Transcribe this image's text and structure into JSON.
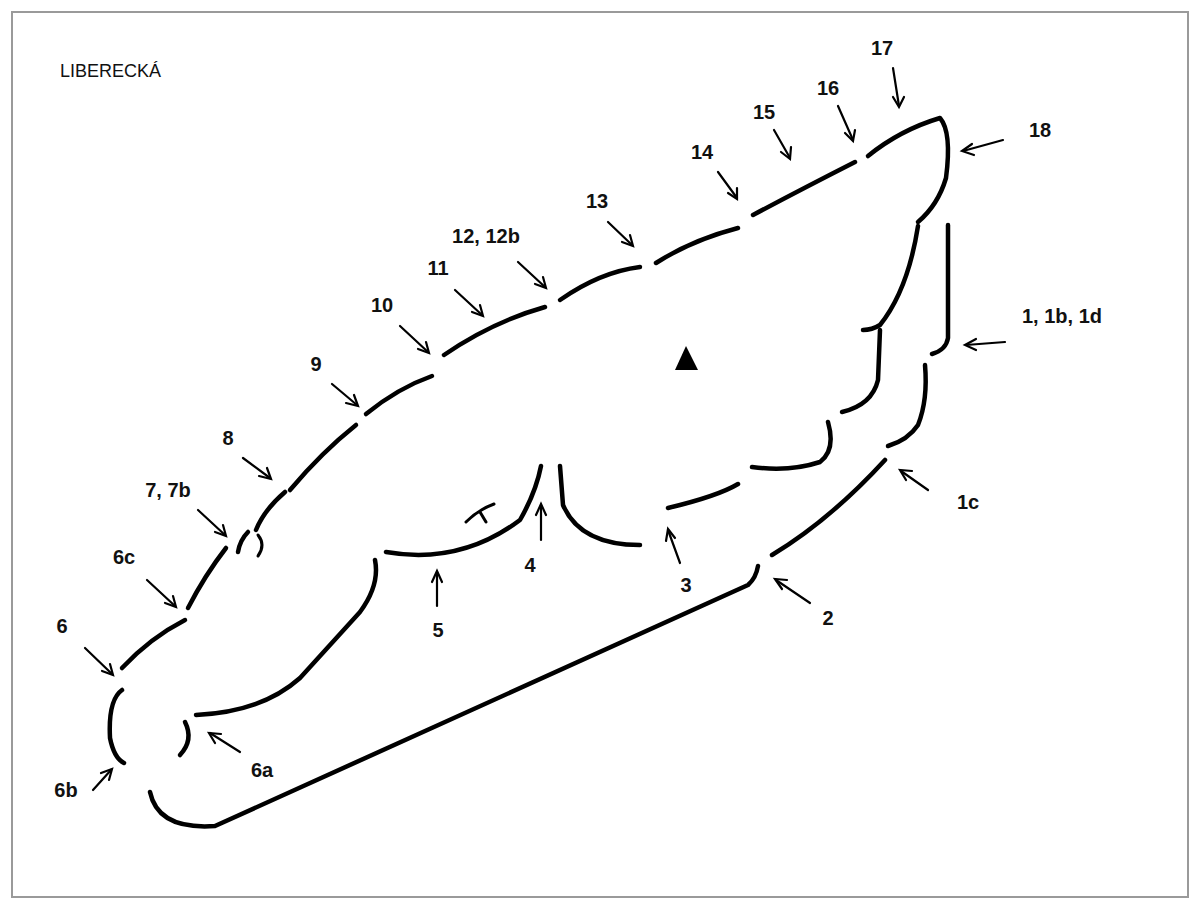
{
  "diagram": {
    "title": "LIBERECKÁ",
    "labels": [
      "17",
      "16",
      "18",
      "15",
      "14",
      "13",
      "12, 12b",
      "11",
      "10",
      "9",
      "8",
      "7, 7b",
      "6c",
      "6",
      "6b",
      "6a",
      "5",
      "4",
      "3",
      "2",
      "1c",
      "1, 1b, 1d"
    ]
  }
}
